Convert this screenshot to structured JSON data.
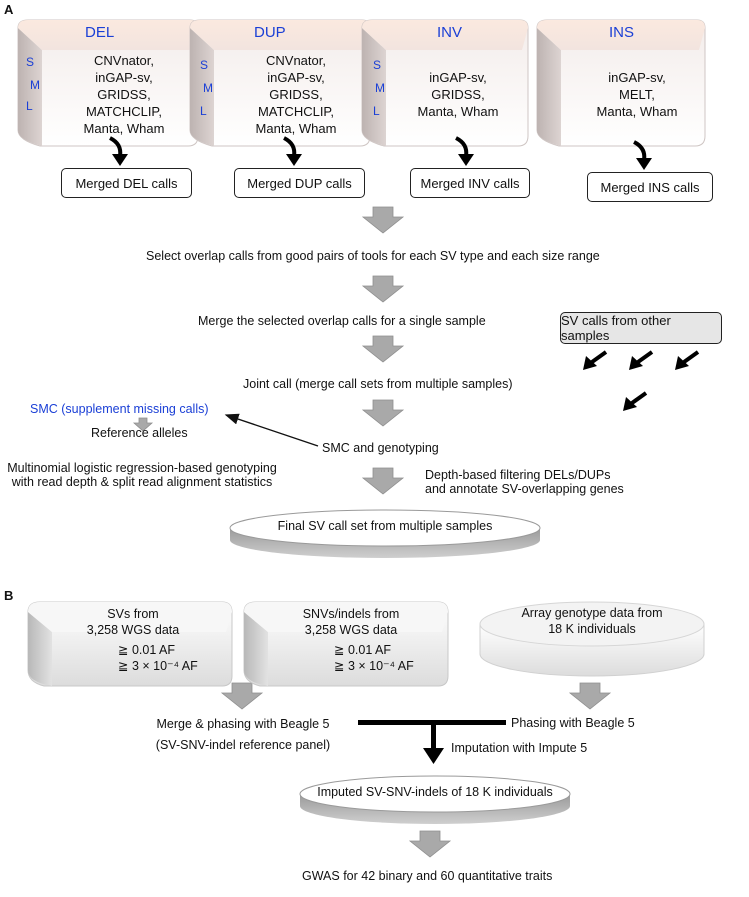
{
  "panel_a": {
    "label": "A",
    "tools": [
      {
        "type": "DEL",
        "sizes": [
          "S",
          "M",
          "L"
        ],
        "callers": [
          "CNVnator,",
          "inGAP-sv,",
          "GRIDSS,",
          "MATCHCLIP,",
          "Manta, Wham"
        ],
        "merged": "Merged DEL calls"
      },
      {
        "type": "DUP",
        "sizes": [
          "S",
          "M",
          "L"
        ],
        "callers": [
          "CNVnator,",
          "inGAP-sv,",
          "GRIDSS,",
          "MATCHCLIP,",
          "Manta, Wham"
        ],
        "merged": "Merged DUP calls"
      },
      {
        "type": "INV",
        "sizes": [
          "S",
          "M",
          "L"
        ],
        "callers": [
          "inGAP-sv,",
          "GRIDSS,",
          "Manta, Wham"
        ],
        "merged": "Merged INV calls"
      },
      {
        "type": "INS",
        "sizes": [],
        "callers": [
          "inGAP-sv,",
          "MELT,",
          "Manta, Wham"
        ],
        "merged": "Merged INS calls"
      }
    ],
    "step_select": "Select overlap calls from good pairs of tools for each SV type and each size range",
    "step_merge": "Merge the selected overlap calls for a single sample",
    "other_samples": "SV calls from other samples",
    "step_joint": "Joint call (merge call sets from multiple samples)",
    "smc_label": "SMC (supplement missing calls)",
    "reference_alleles": "Reference alleles",
    "smc_genotyping": "SMC and genotyping",
    "genotyping_line1": "Multinomial logistic regression-based genotyping",
    "genotyping_line2": "with read depth & split read alignment statistics",
    "filter_line1": "Depth-based filtering DELs/DUPs",
    "filter_line2": "and annotate SV-overlapping genes",
    "final_set": "Final SV call set from multiple samples"
  },
  "panel_b": {
    "label": "B",
    "svs_title1": "SVs from",
    "svs_title2": "3,258 WGS data",
    "svs_af1": "≧ 0.01 AF",
    "svs_af2": "≧ 3 × 10⁻⁴ AF",
    "snvs_title1": "SNVs/indels from",
    "snvs_title2": "3,258 WGS data",
    "snvs_af1": "≧ 0.01 AF",
    "snvs_af2": "≧ 3 × 10⁻⁴ AF",
    "array_line1": "Array genotype data from",
    "array_line2": "18 K individuals",
    "merge_line1": "Merge & phasing with Beagle 5",
    "merge_line2": "(SV-SNV-indel reference panel)",
    "phasing": "Phasing with Beagle 5",
    "imputation": "Imputation with Impute 5",
    "imputed": "Imputed SV-SNV-indels of 18 K individuals",
    "gwas": "GWAS for 42 binary and 60 quantitative traits"
  },
  "colors": {
    "blue_text": "#1a3fd6",
    "cube_face": "#ece6e3",
    "gray_arrow": "#a9a9a9",
    "other_box": "#e6e6e6"
  }
}
